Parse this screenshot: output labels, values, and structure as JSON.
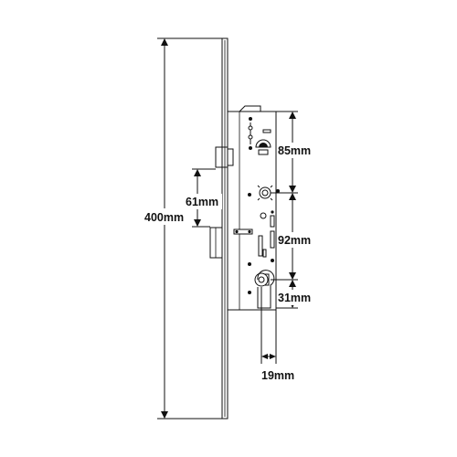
{
  "dimensions": {
    "total_length": "400mm",
    "center_spacing": "61mm",
    "top_to_spindle": "85mm",
    "spindle_to_cylinder": "92mm",
    "cylinder_to_bottom": "31mm",
    "backset": "19mm"
  },
  "colors": {
    "line": "#111111",
    "background": "#ffffff"
  }
}
